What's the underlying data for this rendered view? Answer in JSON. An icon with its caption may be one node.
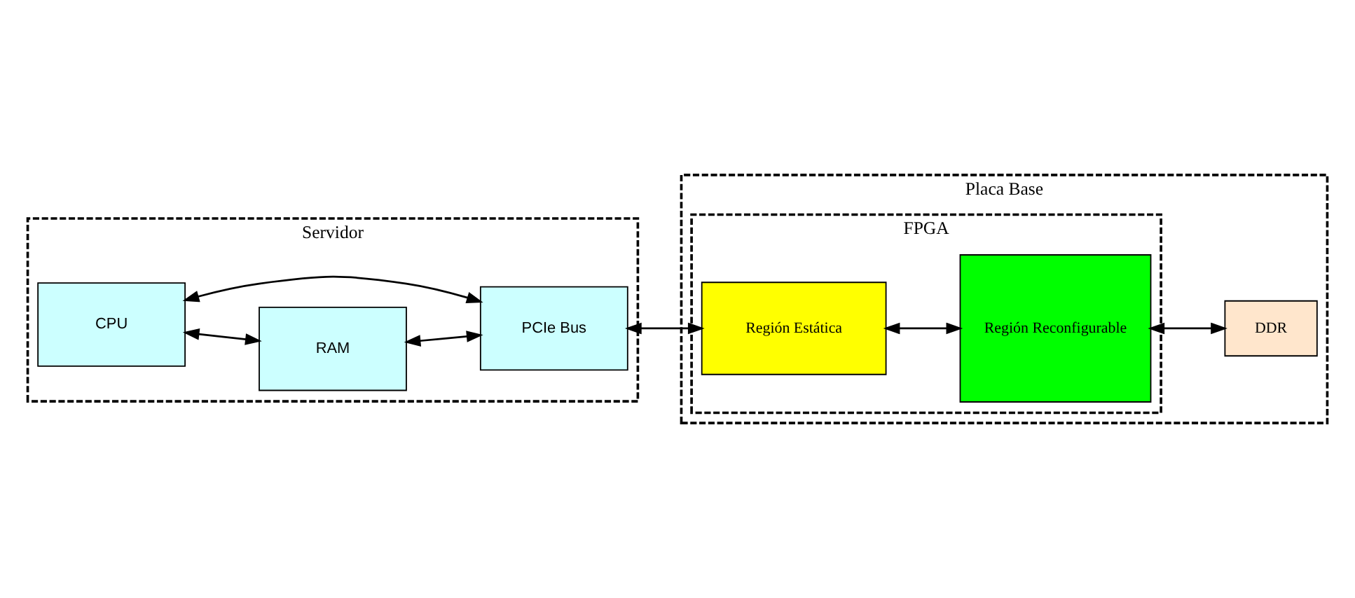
{
  "diagram": {
    "nodes": [
      {
        "text": [
          "Servidor"
        ]
      },
      {
        "text": [
          "CPU"
        ],
        "in": 0
      },
      {
        "text": [
          "RAM"
        ],
        "in": 0
      },
      {
        "text": [
          "PCIe Bus"
        ],
        "in": 0
      },
      {
        "text": [
          "Placa Base"
        ]
      },
      {
        "text": [
          "FPGA"
        ],
        "in": 4
      },
      {
        "text": [
          "Región Estática"
        ],
        "in": 5
      },
      {
        "text": [
          "Región Reconfigurable"
        ],
        "in": 5
      },
      {
        "text": [
          "DDR"
        ],
        "in": 4
      }
    ],
    "edges": [
      {
        "from": 1,
        "to": 2,
        "arrow": "both"
      },
      {
        "from": 1,
        "to": 3,
        "arrow": "both"
      },
      {
        "from": 2,
        "to": 3,
        "arrow": "both"
      },
      {
        "from": 3,
        "to": 6,
        "arrow": "both"
      },
      {
        "from": 6,
        "to": 7,
        "arrow": "both"
      },
      {
        "from": 7,
        "to": 8,
        "arrow": "both"
      }
    ]
  }
}
